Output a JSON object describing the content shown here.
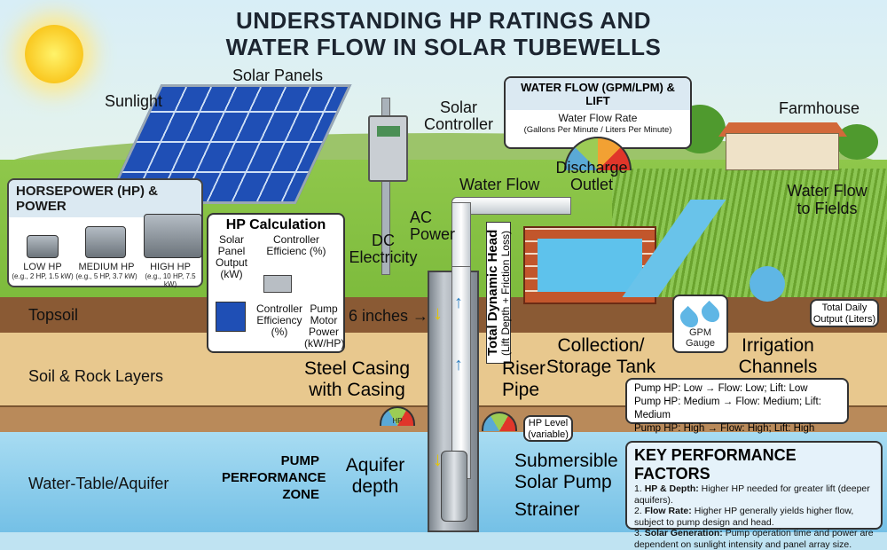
{
  "title": {
    "line1": "UNDERSTANDING HP RATINGS AND",
    "line2": "WATER FLOW IN SOLAR TUBEWELLS"
  },
  "labels": {
    "sunlight": "Sunlight",
    "solar_panels": "Solar Panels",
    "solar_controller": "Solar Controller",
    "dc_electricity": "DC Electricity",
    "ac_power": "AC Power",
    "water_flow": "Water Flow",
    "discharge_outlet": "Discharge Outlet",
    "farmhouse": "Farmhouse",
    "water_flow_fields": "Water Flow to Fields",
    "six_inches": "6 inches",
    "total_dynamic_head": "Total Dynamic Head",
    "tdh_sub": "(Lift Depth + Friction Loss)",
    "collection_tank": "Collection/ Storage Tank",
    "gpm_gauge": "GPM Gauge",
    "irrigation_channels": "Irrigation Channels",
    "total_daily_output": "Total Daily Output (Liters)",
    "steel_casing": "Steel Casing with Casing",
    "riser_pipe": "Riser Pipe",
    "hp_level": "HP Level (variable)",
    "hp_gauge": "HP",
    "pump_performance_zone": "PUMP PERFORMANCE ZONE",
    "aquifer_depth": "Aquifer depth",
    "submersible_pump": "Submersible Solar Pump",
    "strainer": "Strainer"
  },
  "layers": {
    "topsoil": "Topsoil",
    "soil_rock": "Soil & Rock Layers",
    "aquifer": "Water-Table/Aquifer"
  },
  "hp_box": {
    "title": "HORSEPOWER (HP) & POWER",
    "pumps": [
      {
        "label": "LOW HP",
        "example": "(e.g., 2 HP, 1.5 kW)"
      },
      {
        "label": "MEDIUM HP",
        "example": "(e.g., 5 HP, 3.7 kW)"
      },
      {
        "label": "HIGH HP",
        "example": "(e.g., 10 HP, 7.5 kW)"
      }
    ]
  },
  "hp_calc": {
    "title": "HP Calculation",
    "solar_output": "Solar Panel Output (kW)",
    "controller_eff_top": "Controller Efficienc (%)",
    "controller_eff": "Controller Efficiency (%)",
    "motor_power": "Pump Motor Power (kW/HP)"
  },
  "flow_box": {
    "title": "WATER FLOW (GPM/LPM) & LIFT",
    "subtitle": "Water Flow Rate",
    "units": "(Gallons Per Minute / Liters Per Minute)"
  },
  "hp_table": [
    {
      "hp": "Pump HP: Low",
      "result": "Flow: Low; Lift: Low"
    },
    {
      "hp": "Pump HP: Medium",
      "result": "Flow: Medium; Lift: Medium"
    },
    {
      "hp": "Pump HP: High",
      "result": "Flow: High; Lift: High"
    }
  ],
  "key_factors": {
    "title": "KEY PERFORMANCE FACTORS",
    "items": [
      {
        "num": "1.",
        "head": "HP & Depth:",
        "text": "Higher HP needed for greater lift (deeper aquifers)."
      },
      {
        "num": "2.",
        "head": "Flow Rate:",
        "text": "Higher HP generally yields higher flow, subject to pump design and head."
      },
      {
        "num": "3.",
        "head": "Solar Generation:",
        "text": "Pump operation time and power are dependent on sunlight intensity and panel array size."
      }
    ]
  },
  "colors": {
    "sky": "#d8eef7",
    "grass": "#7dbb3c",
    "topsoil": "#8a5a34",
    "sand": "#e8c88e",
    "water": "#74c0e6",
    "panel": "#1f4fb5",
    "brick": "#c2562c"
  }
}
